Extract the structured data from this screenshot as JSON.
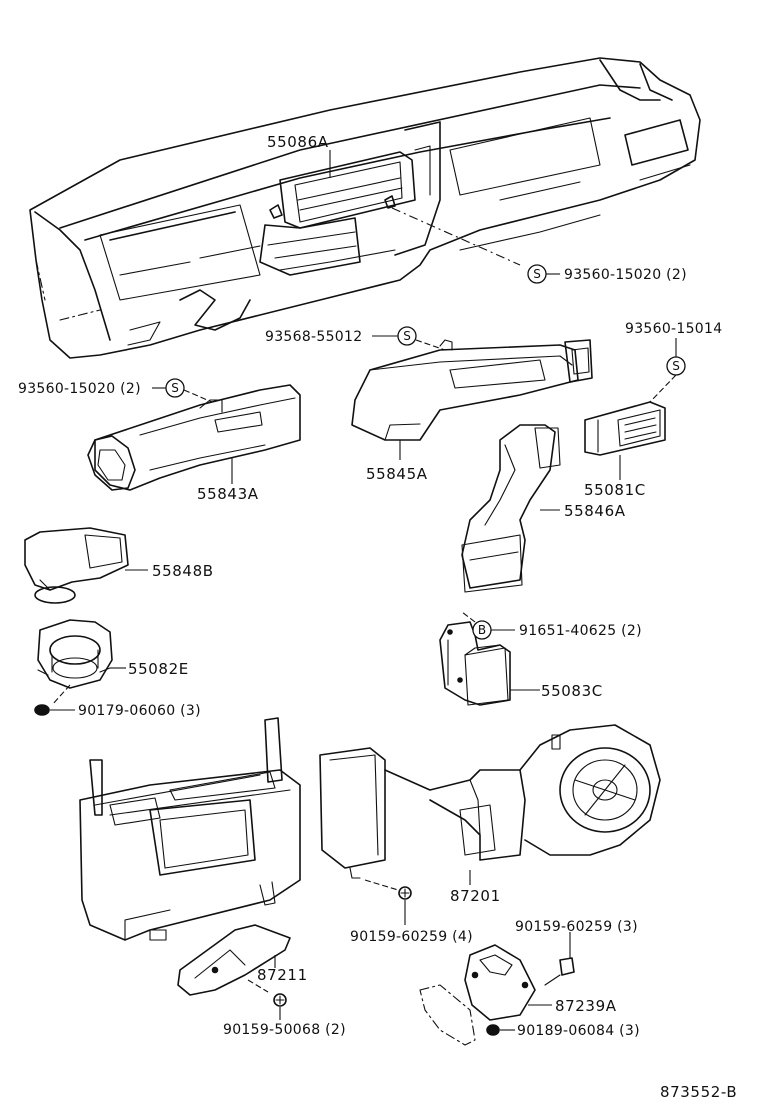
{
  "parts": {
    "p55086A": "55086A",
    "p93560_15020_top": "93560-15020 (2)",
    "p93568_55012": "93568-55012",
    "p93560_15014": "93560-15014",
    "p93560_15020_left": "93560-15020 (2)",
    "p55843A": "55843A",
    "p55845A": "55845A",
    "p55081C": "55081C",
    "p55846A": "55846A",
    "p55848B": "55848B",
    "p91651_40625": "91651-40625 (2)",
    "p55082E": "55082E",
    "p55083C": "55083C",
    "p90179_06060": "90179-06060 (3)",
    "p90159_60259_3": "90159-60259 (3)",
    "p87201": "87201",
    "p90159_60259_4": "90159-60259 (4)",
    "p87211": "87211",
    "p87239A": "87239A",
    "p90159_50068": "90159-50068 (2)",
    "p90189_06084": "90189-06084 (3)"
  },
  "symbols": {
    "s": "S",
    "b": "B"
  },
  "diagram_code": "873552-B"
}
